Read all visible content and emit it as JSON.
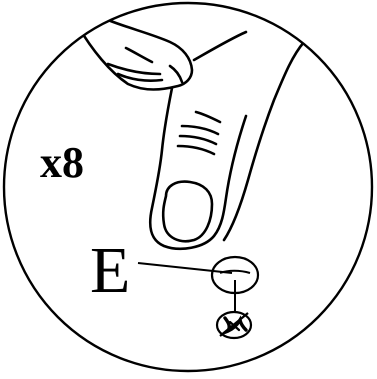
{
  "magnification_label": "x8",
  "callout_label": "E",
  "icons": {
    "magnifier": "magnifier-circle",
    "hand": "pointing-finger",
    "target": "oval-target",
    "not_allowed": "crossed-out-icon"
  },
  "colors": {
    "stroke": "#000000",
    "background": "#ffffff"
  }
}
